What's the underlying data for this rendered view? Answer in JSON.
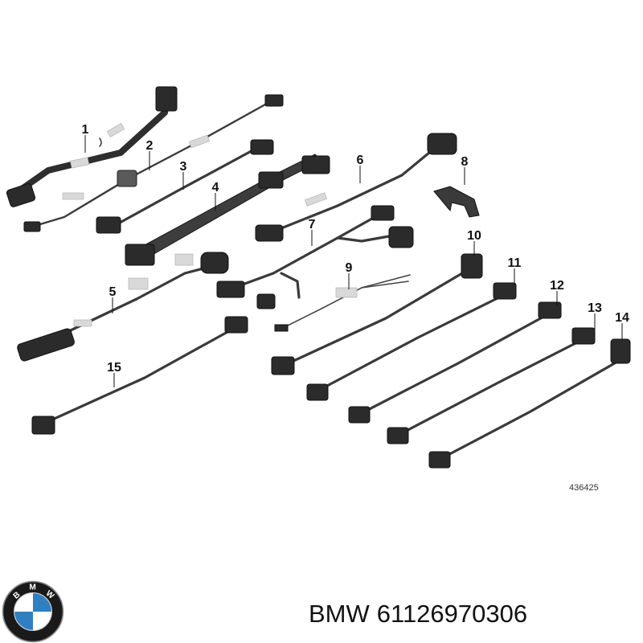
{
  "diagram": {
    "callouts": [
      "1",
      "2",
      "3",
      "4",
      "5",
      "6",
      "7",
      "8",
      "9",
      "10",
      "11",
      "12",
      "13",
      "14",
      "15"
    ],
    "reference_number": "436425"
  },
  "caption": {
    "brand": "BMW",
    "part_number": "61126970306"
  },
  "logo": {
    "icon": "bmw-roundel-icon",
    "letters": "BMW",
    "colors": {
      "ring": "#1a1a1a",
      "blue": "#2f7fc1",
      "white": "#ffffff"
    }
  }
}
